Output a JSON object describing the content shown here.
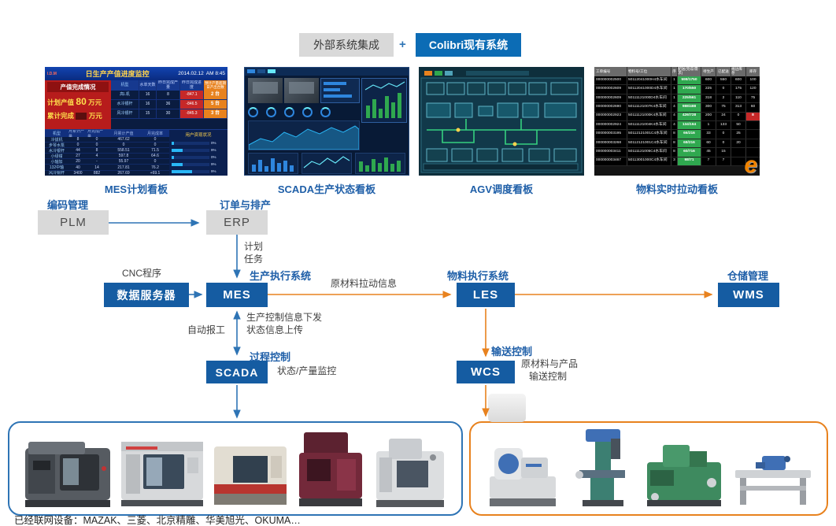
{
  "colors": {
    "brand_blue": "#155CA2",
    "header_blue": "#0C6CB5",
    "accent_orange": "#E8821E",
    "arrow_blue": "#2E74B5",
    "box_gray": "#D9D9D9",
    "alert_red": "#C00000",
    "ok_green": "#2FA84F"
  },
  "header": {
    "external": "外部系统集成",
    "plus": "+",
    "colibri": "Colibri现有系统"
  },
  "captions": {
    "mes": "MES计划看板",
    "scada": "SCADA生产状态看板",
    "agv": "AGV调度看板",
    "material": "物料实时拉动看板"
  },
  "mes_board": {
    "brand": "I.D.M",
    "title": "日生产产值进度监控",
    "date": "2014.02.12",
    "time": "AM 8:45",
    "panel_title": "产值完成情况",
    "plan_prefix": "计划产值",
    "plan_value": "80",
    "plan_unit": "万元",
    "done_prefix": "累计完成",
    "done_unit": "万元",
    "top_headers": [
      "机型",
      "水单天数",
      "昨日完成产量",
      "昨日完成进度"
    ],
    "unit_header": "预计产量超期日产出台数",
    "top_rows": [
      {
        "name": "高L机",
        "d": "16",
        "q": "8",
        "p": "-847.1",
        "u": "2 台"
      },
      {
        "name": "水冷银杆",
        "d": "16",
        "q": "36",
        "p": "-846.5",
        "u": "5 台"
      },
      {
        "name": "风冷银杆",
        "d": "15",
        "q": "30",
        "p": "-845.3",
        "u": "3 台"
      }
    ],
    "bottom_headers": [
      "机型",
      "月累计产量",
      "月完成产量",
      "月累计产值",
      "月完成率"
    ],
    "chart_header": "用户资现状况",
    "bottom_rows": [
      {
        "name": "冷拔机",
        "c1": "8",
        "c2": "0",
        "c3": "467.62",
        "c4": "0"
      },
      {
        "name": "步琴水泵",
        "c1": "0",
        "c2": "0",
        "c3": "0",
        "c4": "0"
      },
      {
        "name": "水冷银杆",
        "c1": "44",
        "c2": "8",
        "c3": "558.51",
        "c4": "71.5"
      },
      {
        "name": "小绿钳",
        "c1": "27",
        "c2": "4",
        "c3": "597.8",
        "c4": "64.6"
      },
      {
        "name": "小轴加",
        "c1": "20",
        "c2": "-",
        "c3": "55.97",
        "c4": "0"
      },
      {
        "name": "132中轴",
        "c1": "40",
        "c2": "14",
        "c3": "217.81",
        "c4": "76.2"
      },
      {
        "name": "风冷铜杆",
        "c1": "3400",
        "c2": "882",
        "c3": "267.69",
        "c4": "+69.1"
      }
    ],
    "bars": [
      {
        "label": "0%",
        "w": 6
      },
      {
        "label": "9%",
        "w": 30
      },
      {
        "label": "0%",
        "w": 6
      },
      {
        "label": "9%",
        "w": 30
      },
      {
        "label": "9%",
        "w": 55
      }
    ]
  },
  "material_board": {
    "headers": [
      "工单编号",
      "物料号/工位",
      "序",
      "配送(完成/需求)",
      "待生产",
      "已配送",
      "线边库存",
      "库存"
    ],
    "rows": [
      {
        "id": "000000002500",
        "code": "50112041000H4水车间",
        "seq": "1",
        "ratio": "598/1750",
        "a": "600",
        "b": "550",
        "c": "600",
        "d": "100"
      },
      {
        "id": "000000002609",
        "code": "50112041000D4水车间",
        "seq": "1",
        "ratio": "170/550",
        "a": "225",
        "b": "0",
        "c": "175",
        "d": "120"
      },
      {
        "id": "000000002609",
        "code": "50111121000D4水车间",
        "seq": "1",
        "ratio": "225/561",
        "a": "318",
        "b": "2",
        "c": "110",
        "d": "75"
      },
      {
        "id": "000000002690",
        "code": "50111121007K4水车间",
        "seq": "4",
        "ratio": "988/488",
        "a": "300",
        "b": "75",
        "c": "313",
        "d": "60"
      },
      {
        "id": "000000002923",
        "code": "50111121000K4水车间",
        "seq": "4",
        "ratio": "426/728",
        "a": "200",
        "b": "24",
        "c": "0",
        "d": "8",
        "red": true
      },
      {
        "id": "000000002924",
        "code": "50111121004K4水车间",
        "seq": "4",
        "ratio": "134/164",
        "a": "1",
        "b": "133",
        "c": "50",
        "d": ""
      },
      {
        "id": "000000003195",
        "code": "50112121001C4水车间",
        "seq": "8",
        "ratio": "66/216",
        "a": "33",
        "b": "0",
        "c": "25",
        "d": ""
      },
      {
        "id": "000000003268",
        "code": "50112121001C4水车间",
        "seq": "8",
        "ratio": "68/216",
        "a": "60",
        "b": "0",
        "c": "20",
        "d": ""
      },
      {
        "id": "000000003411",
        "code": "50111121005C4水车间",
        "seq": "8",
        "ratio": "60/716",
        "a": "45",
        "b": "15",
        "c": "",
        "d": ""
      },
      {
        "id": "000000003467",
        "code": "50113001000C4水车间",
        "seq": "3",
        "ratio": "98/71",
        "a": "7",
        "b": "7",
        "c": "",
        "d": ""
      }
    ],
    "watermark": "e"
  },
  "diagram": {
    "plm": {
      "title": "编码管理",
      "label": "PLM"
    },
    "erp": {
      "title": "订单与排产",
      "label": "ERP"
    },
    "plan_line1": "计划",
    "plan_line2": "任务",
    "cnc": "CNC程序",
    "dataserver": "数据服务器",
    "mes": {
      "title": "生产执行系统",
      "label": "MES"
    },
    "pull_info": "原材料拉动信息",
    "les": {
      "title": "物料执行系统",
      "label": "LES"
    },
    "wms": {
      "title": "仓储管理",
      "label": "WMS"
    },
    "auto_report": "自动报工",
    "ctrl_line1": "生产控制信息下发",
    "ctrl_line2": "状态信息上传",
    "scada": {
      "title": "过程控制",
      "label": "SCADA",
      "note": "状态/产量监控"
    },
    "wcs": {
      "title": "输送控制",
      "label": "WCS",
      "note_line1": "原材料与产品",
      "note_line2": "输送控制"
    }
  },
  "footer": "已经联网设备：MAZAK、三菱、北京精雕、华美旭光、OKUMA…"
}
